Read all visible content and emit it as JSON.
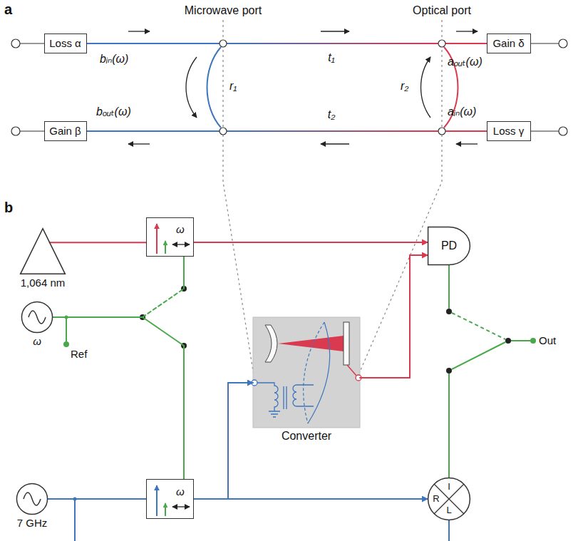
{
  "diagram": {
    "nodes": [
      {
        "text": [
          "Loss α"
        ]
      },
      {
        "text": [
          "Gain δ"
        ]
      },
      {
        "text": [
          "Gain β"
        ]
      },
      {
        "text": [
          "Loss γ"
        ]
      },
      {
        "text": [
          "1,064 nm"
        ]
      },
      {
        "text": [
          "ω"
        ]
      },
      {
        "text": [
          "PD"
        ]
      },
      {
        "text": [
          "ω"
        ]
      },
      {
        "text": [
          "Converter"
        ]
      },
      {
        "text": [
          "ω"
        ]
      },
      {
        "text": [
          "I",
          "R",
          "L"
        ]
      },
      {
        "text": [
          "7 GHz"
        ]
      }
    ],
    "edges": [
      {
        "from": 4,
        "to": 5,
        "arrow": "none"
      },
      {
        "from": 5,
        "to": 6,
        "arrow": "to"
      },
      {
        "from": 8,
        "to": 6,
        "arrow": "to"
      },
      {
        "from": 7,
        "to": 5,
        "arrow": "none"
      },
      {
        "from": 7,
        "to": 9,
        "arrow": "none"
      },
      {
        "from": 11,
        "to": 9,
        "arrow": "none"
      },
      {
        "from": 9,
        "to": 8,
        "arrow": "to"
      },
      {
        "from": 9,
        "to": 10,
        "arrow": "to"
      }
    ],
    "labels": [
      "a",
      "Microwave port",
      "Optical port",
      "bᵢₙ(ω)",
      "t₁",
      "aₒᵤₜ(ω)",
      "r₁",
      "r₂",
      "bₒᵤₜ(ω)",
      "t₂",
      "aᵢₙ(ω)",
      "b",
      "Ref",
      "Out"
    ]
  }
}
